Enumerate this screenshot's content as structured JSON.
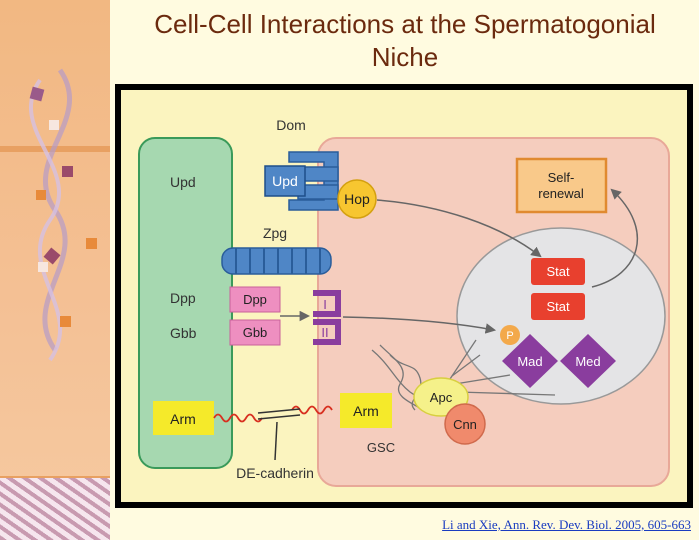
{
  "title": {
    "line1": "Cell-Cell Interactions at the Spermatogonial",
    "line2": "Niche"
  },
  "citation": "Li and Xie, Ann. Rev. Dev. Biol. 2005, 605-663",
  "diagram": {
    "niche": {
      "upd": "Upd",
      "dpp": "Dpp",
      "gbb": "Gbb",
      "arm": "Arm"
    },
    "gsc_label": "GSC",
    "dom": "Dom",
    "upd_bound": "Upd",
    "hop": "Hop",
    "zpg": "Zpg",
    "dpp_ligand": "Dpp",
    "gbb_ligand": "Gbb",
    "receptor_1": "I",
    "receptor_2": "II",
    "self_renewal": {
      "line1": "Self-",
      "line2": "renewal"
    },
    "stat_top": "Stat",
    "stat_bottom": "Stat",
    "p": "P",
    "mad": "Mad",
    "med": "Med",
    "apc": "Apc",
    "cnn": "Cnn",
    "arm_gsc": "Arm",
    "de_cadherin": "DE-cadherin"
  },
  "colors": {
    "niche": "#a6d8b0",
    "gsc": "#f5cdbe",
    "nucleus": "#e4e4e6",
    "purple": "#8a3d9e",
    "pink": "#ee8fc0",
    "blue": "#4f86c6",
    "yellow": "#f5ea2a",
    "red": "#e8402e",
    "orange": "#f3a94b"
  }
}
